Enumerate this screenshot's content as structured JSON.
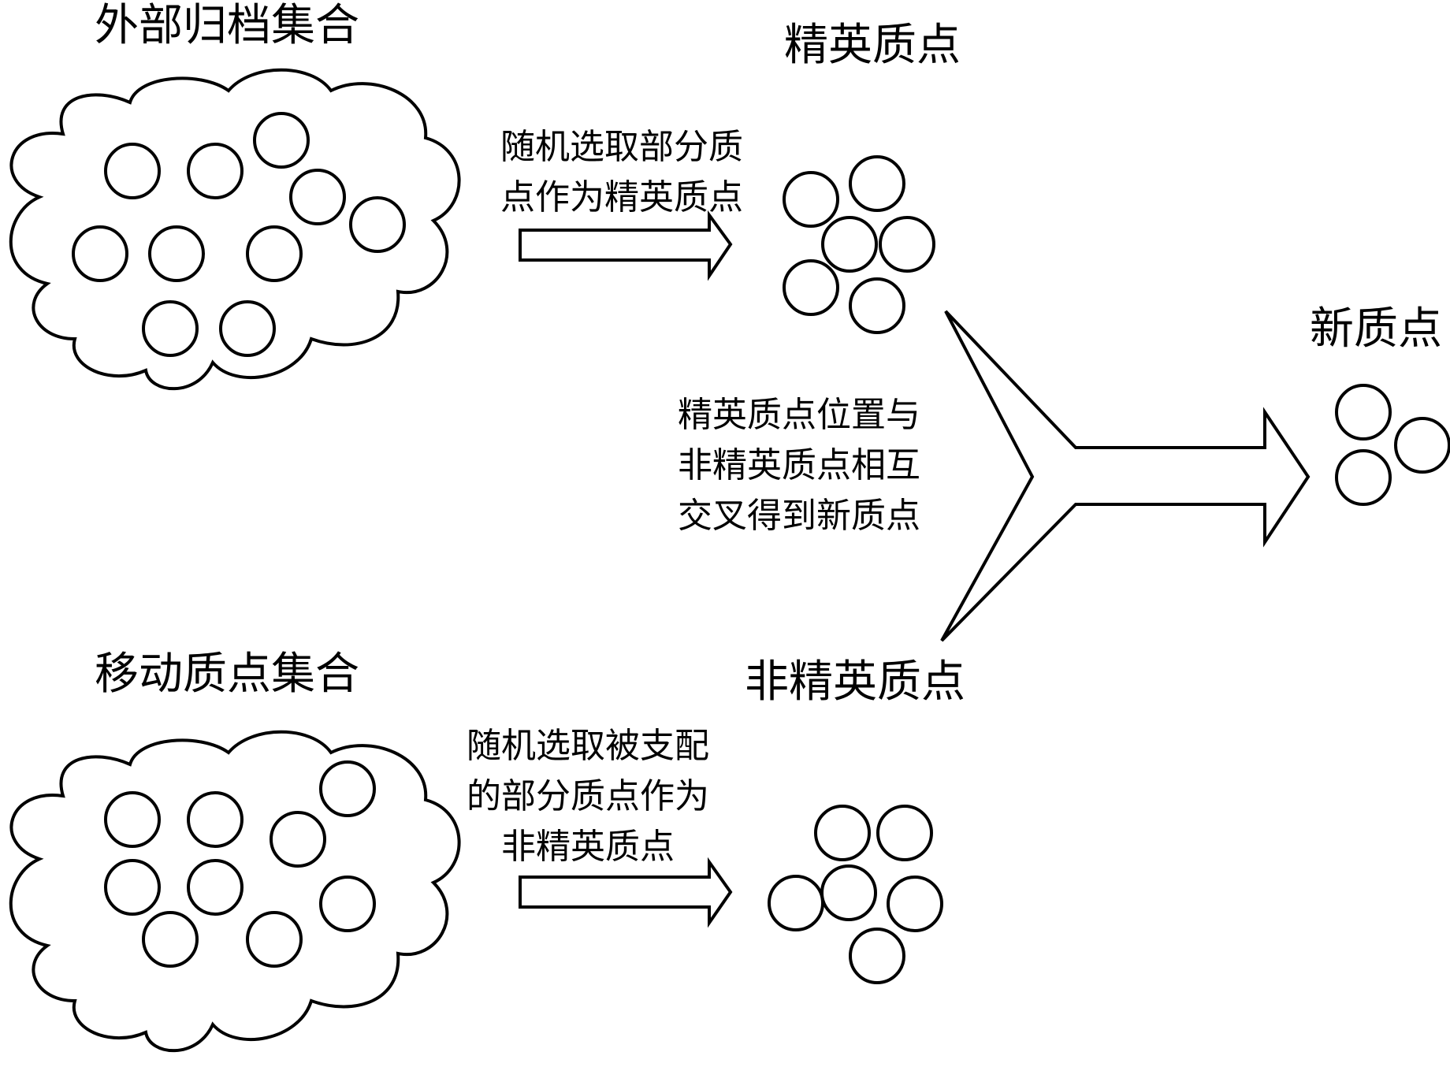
{
  "labels": {
    "archive_set": "外部归档集合",
    "elite": "精英质点",
    "moving_set": "移动质点集合",
    "non_elite": "非精英质点",
    "new_particles": "新质点"
  },
  "notes": {
    "select_elite": [
      "随机选取部分质",
      "点作为精英质点"
    ],
    "crossover": [
      "精英质点位置与",
      "非精英质点相互",
      "交叉得到新质点"
    ],
    "select_non_elite": [
      "随机选取被支配",
      "的部分质点作为",
      "非精英质点"
    ]
  }
}
